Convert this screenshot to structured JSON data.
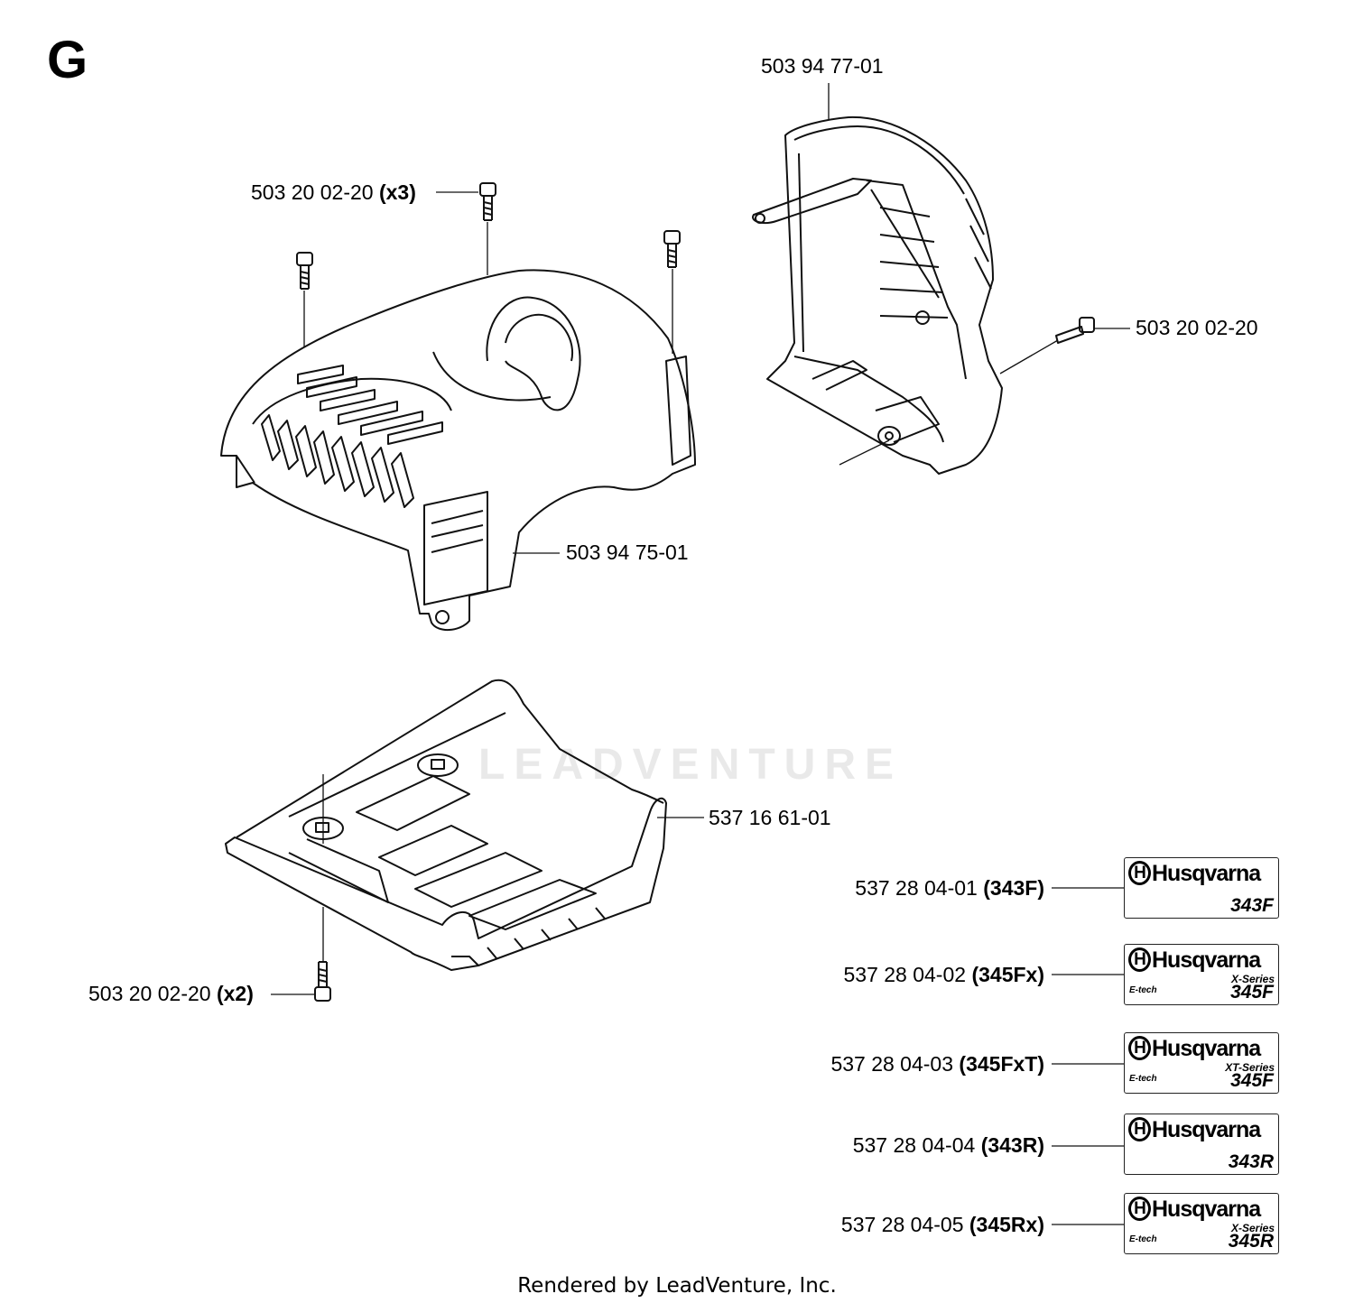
{
  "section": "G",
  "footer": "Rendered by LeadVenture, Inc.",
  "watermark": "LEADVENTURE",
  "labels": {
    "screw_x3": {
      "part": "503 20 02-20",
      "qty": "(x3)"
    },
    "air_filter_cover": {
      "part": "503 94 77-01"
    },
    "screw_right": {
      "part": "503 20 02-20"
    },
    "cylinder_cover": {
      "part": "503 94 75-01"
    },
    "bottom_plate": {
      "part": "537 16 61-01"
    },
    "screw_x2": {
      "part": "503 20 02-20",
      "qty": "(x2)"
    }
  },
  "decals": [
    {
      "part": "537 28 04-01",
      "model_code": "(343F)",
      "brand": "Husqvarna",
      "series": "",
      "etech": "",
      "model": "343F"
    },
    {
      "part": "537 28 04-02",
      "model_code": "(345Fx)",
      "brand": "Husqvarna",
      "series": "X-Series",
      "etech": "E-tech",
      "model": "345F"
    },
    {
      "part": "537 28 04-03",
      "model_code": "(345FxT)",
      "brand": "Husqvarna",
      "series": "XT-Series",
      "etech": "E-tech",
      "model": "345F"
    },
    {
      "part": "537 28 04-04",
      "model_code": "(343R)",
      "brand": "Husqvarna",
      "series": "",
      "etech": "",
      "model": "343R"
    },
    {
      "part": "537 28 04-05",
      "model_code": "(345Rx)",
      "brand": "Husqvarna",
      "series": "X-Series",
      "etech": "E-tech",
      "model": "345R"
    }
  ]
}
